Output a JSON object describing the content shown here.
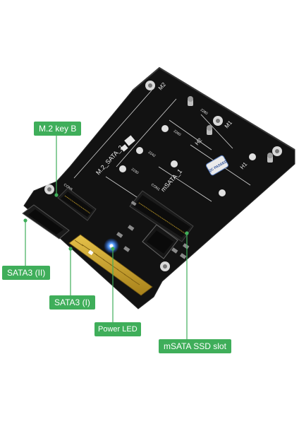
{
  "callouts": {
    "m2_key_b": "M.2 key B",
    "sata3_ii": "SATA3 (II)",
    "sata3_i": "SATA3 (I)",
    "power_led": "Power LED",
    "msata_slot": "mSATA SSD slot"
  },
  "board_silk": {
    "m2_sata": "M.2_SATA_2",
    "msata": "mSATA_1",
    "con6": "CON6",
    "con1": "CON1",
    "h1": "H1",
    "h2": "H2",
    "m1": "M1",
    "m2": "M2",
    "qc_badge": "QC PASSED",
    "len_2280": "2280",
    "len_2260": "2260",
    "len_2242": "2242",
    "len_2230": "2230"
  },
  "colors": {
    "board": "#111111",
    "silk": "#e8e8e8",
    "callout_bg": "#3fae5a",
    "callout_line": "#3fae5a",
    "gold": "#c9a227",
    "led": "#1e6bff"
  }
}
